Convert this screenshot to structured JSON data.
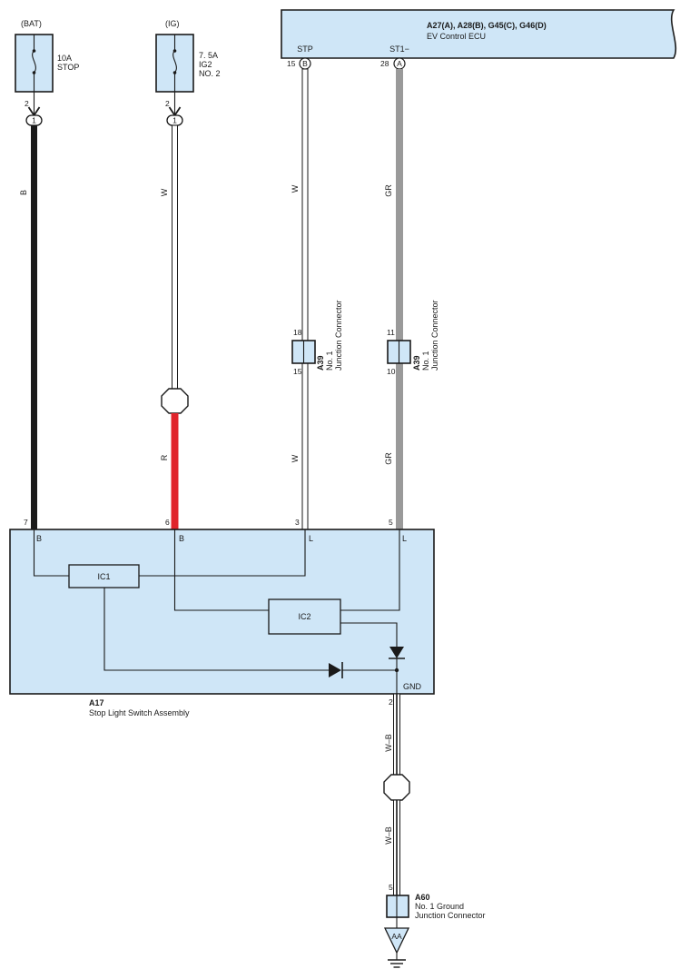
{
  "colors": {
    "component_fill": "#cfe6f7",
    "wire_black": "#1a1a1a",
    "wire_white": "#ffffff",
    "wire_red": "#e0242b",
    "wire_gray": "#9a9a9a",
    "outline": "#1a1a1a"
  },
  "icons": [
    "fuse-icon",
    "diode-icon",
    "splice-point-icon",
    "ground-symbol-icon"
  ],
  "fuses": {
    "bat": {
      "source": "(BAT)",
      "rating": "10A",
      "name_line1": "STOP",
      "name_line2": "",
      "pin": "2",
      "conn": "1"
    },
    "ig": {
      "source": "(IG)",
      "rating": "7. 5A",
      "name_line1": "IG2",
      "name_line2": "NO. 2",
      "pin": "2",
      "conn": "1"
    }
  },
  "ecu": {
    "connectors": "A27(A), A28(B), G45(C), G46(D)",
    "name": "EV Control ECU",
    "stp_label": "STP",
    "st1_label": "ST1−",
    "stp_pin": "15",
    "stp_conn": "B",
    "st1_pin": "28",
    "st1_conn": "A"
  },
  "wire_colors": {
    "b": "B",
    "w_ig": "W",
    "r": "R",
    "w_stp_upper": "W",
    "w_stp_lower": "W",
    "gr_upper": "GR",
    "gr_lower": "GR",
    "wb_upper": "W–B",
    "wb_lower": "W–B"
  },
  "junction_left": {
    "pin_top": "18",
    "pin_bottom": "15",
    "code": "A39",
    "name_line1": "No. 1",
    "name_line2": "Junction Connector"
  },
  "junction_right": {
    "pin_top": "11",
    "pin_bottom": "10",
    "code": "A39",
    "name_line1": "No. 1",
    "name_line2": "Junction Connector"
  },
  "switch": {
    "code": "A17",
    "name": "Stop Light Switch Assembly",
    "pins": {
      "p7": "7",
      "p6": "6",
      "p3": "3",
      "p5": "5",
      "p2": "2"
    },
    "terminals": {
      "t7": "B",
      "t6": "B",
      "t3": "L",
      "t5": "L",
      "gnd": "GND"
    },
    "ic1": "IC1",
    "ic2": "IC2"
  },
  "ground_junction": {
    "pin": "5",
    "code": "A60",
    "name_line1": "No.  1 Ground",
    "name_line2": "Junction Connector"
  },
  "ground_point": "AA"
}
